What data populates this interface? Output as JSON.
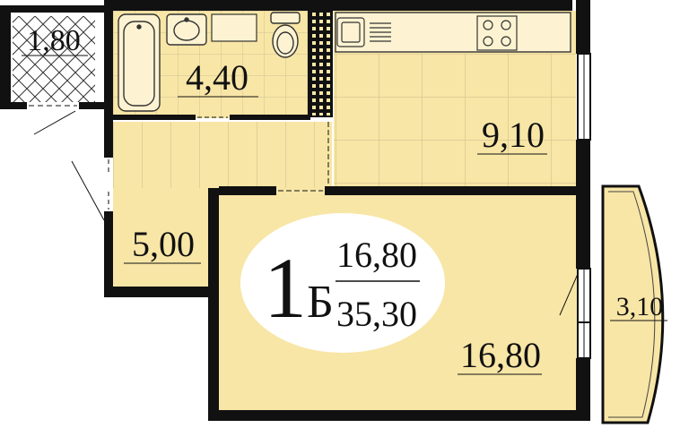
{
  "apartment": {
    "type_number": "1",
    "type_letter": "Б",
    "living_area": "16,80",
    "total_area": "35,30"
  },
  "rooms": {
    "storage": "1,80",
    "bathroom": "4,40",
    "kitchen": "9,10",
    "hall": "5,00",
    "living_room": "16,80",
    "balcony": "3,10"
  },
  "colors": {
    "floor": "#f8e6a6",
    "wall": "#111111",
    "grid_line": "#c9b98a",
    "badge_fill": "#ffffff"
  }
}
